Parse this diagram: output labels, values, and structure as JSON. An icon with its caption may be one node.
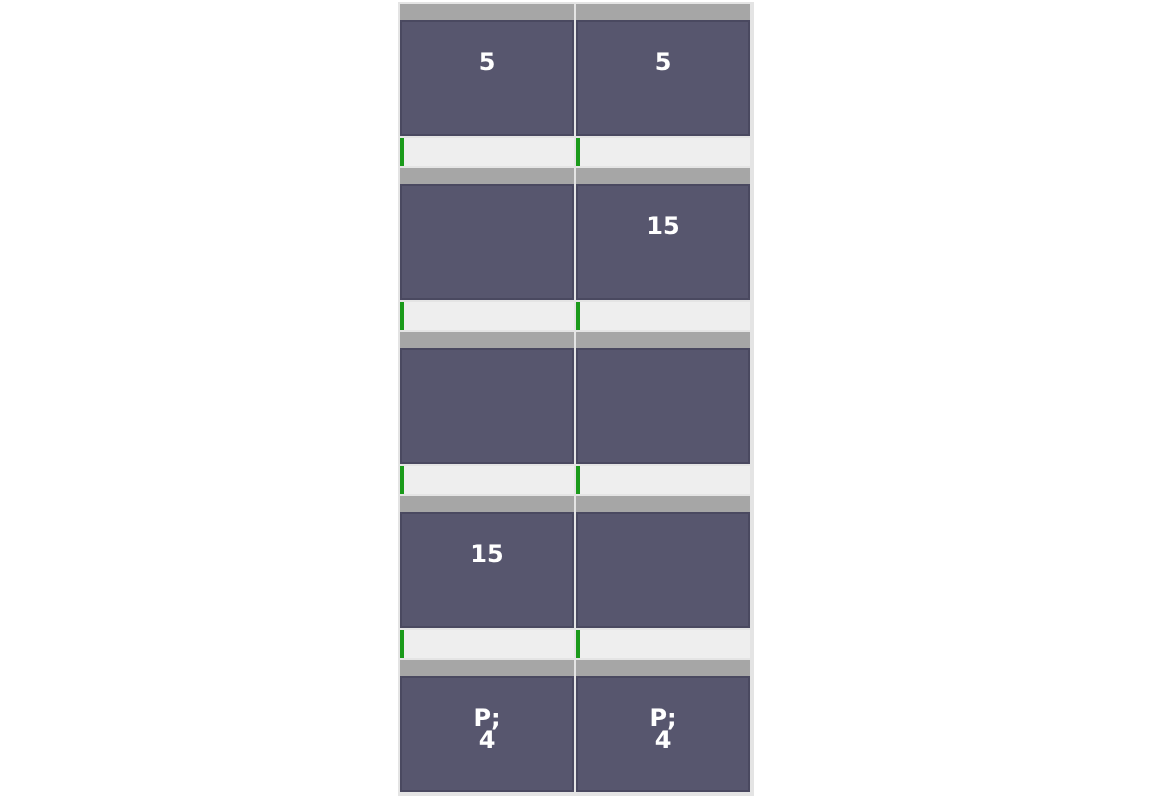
{
  "diagram": {
    "nodes": [
      {
        "text": [
          "5"
        ]
      },
      {
        "text": [
          "5"
        ]
      },
      {
        "text": [],
        "shape": "box"
      },
      {
        "text": [
          "15"
        ]
      },
      {
        "text": [],
        "shape": "box"
      },
      {
        "text": [],
        "shape": "box"
      },
      {
        "text": [
          "15"
        ]
      },
      {
        "text": [],
        "shape": "box"
      },
      {
        "text": [
          "P; 4"
        ]
      },
      {
        "text": [
          "P; 4"
        ]
      }
    ]
  }
}
